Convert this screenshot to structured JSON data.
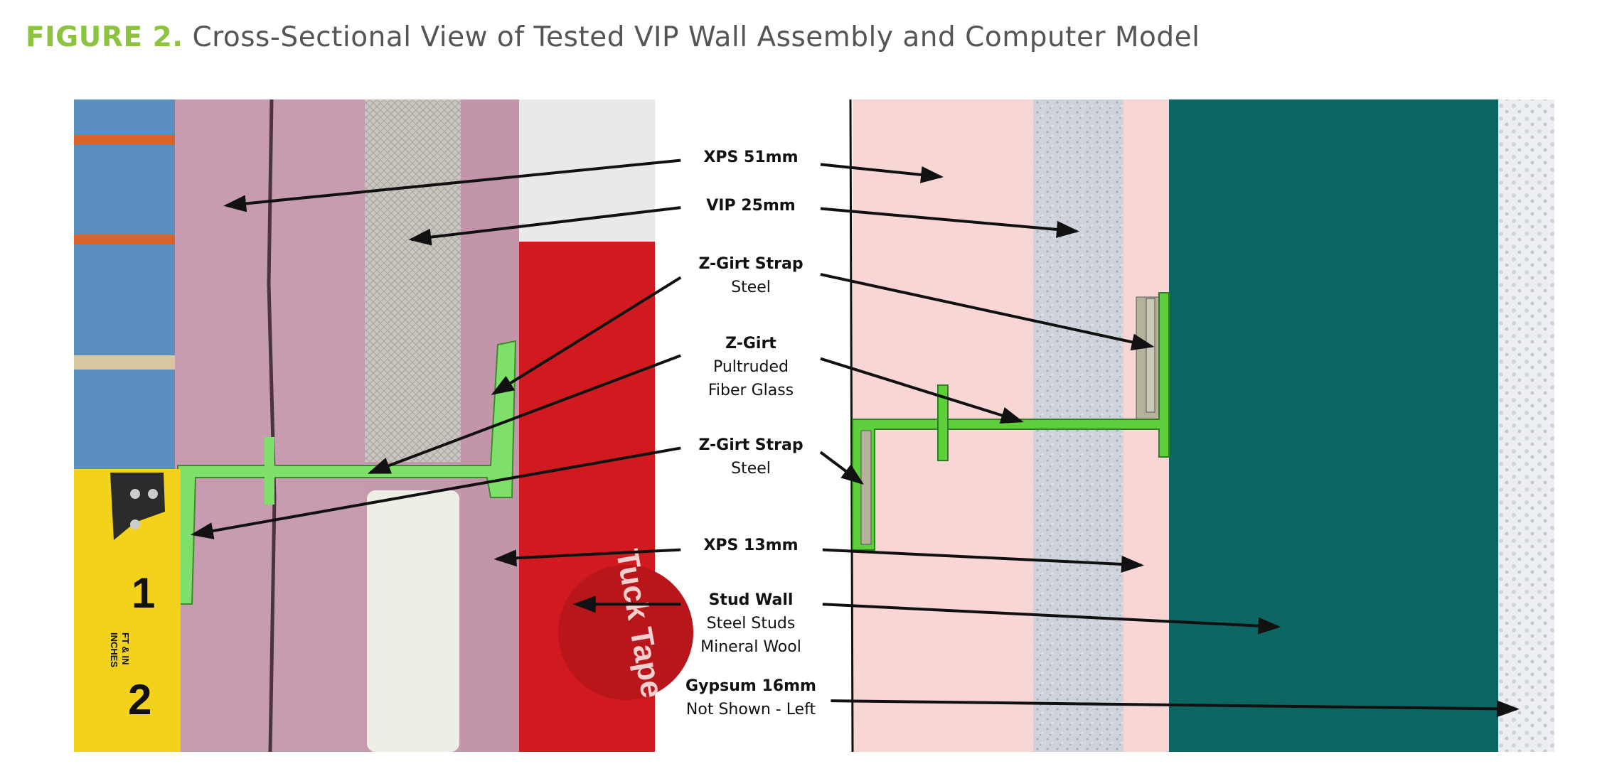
{
  "title": {
    "prefix": "FIGURE 2.",
    "text": "Cross-Sectional View of Tested VIP Wall Assembly and Computer Model"
  },
  "labels": [
    {
      "name": "XPS 51mm",
      "sub": []
    },
    {
      "name": "VIP 25mm",
      "sub": []
    },
    {
      "name": "Z-Girt Strap",
      "sub": [
        "Steel"
      ]
    },
    {
      "name": "Z-Girt",
      "sub": [
        "Pultruded",
        "Fiber Glass"
      ]
    },
    {
      "name": "Z-Girt Strap",
      "sub": [
        "Steel"
      ]
    },
    {
      "name": "XPS 13mm",
      "sub": []
    },
    {
      "name": "Stud Wall",
      "sub": [
        "Steel Studs",
        "Mineral Wool"
      ]
    },
    {
      "name": "Gypsum 16mm",
      "sub": [
        "Not Shown - Left"
      ]
    }
  ],
  "photo": {
    "tape_text": "Tuck Tape",
    "tape_digits": [
      "1",
      "2"
    ],
    "ruler_text": [
      "FT & IN",
      "INCHES"
    ]
  },
  "colors": {
    "title_accent": "#8cc43f",
    "xps": "#f9d6d6",
    "vip": "#cfd3dc",
    "stud_wall": "#0e6663",
    "z_girt": "#5ccf3b",
    "strap": "#b4b39a"
  }
}
